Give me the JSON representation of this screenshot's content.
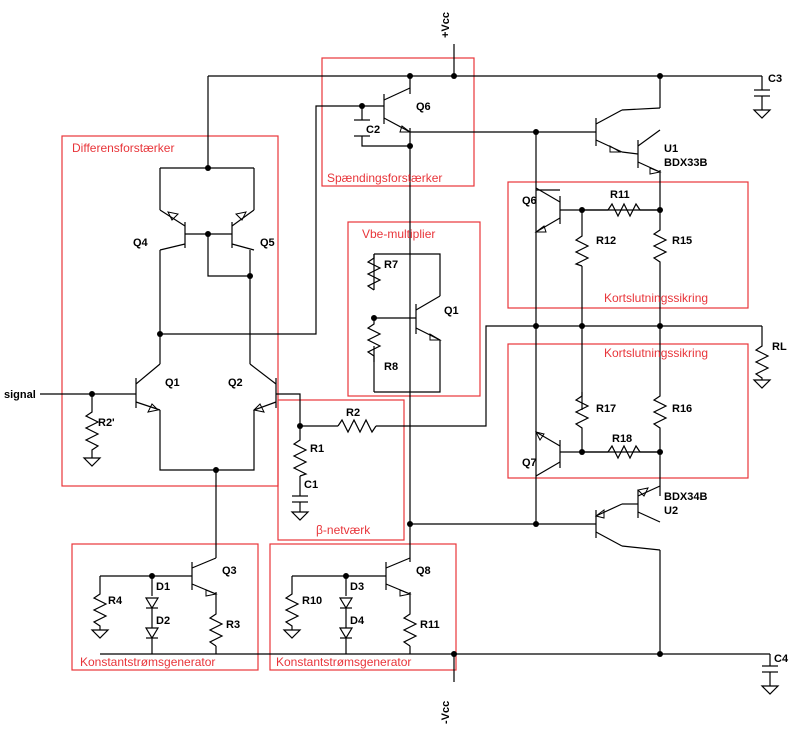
{
  "supply": {
    "pos": "+Vcc",
    "neg": "-Vcc"
  },
  "input": {
    "signal": "signal"
  },
  "groups": {
    "diff": "Differensforstærker",
    "vamp": "Spændingsforstærker",
    "vbe": "Vbe-multiplier",
    "short1": "Kortslutningssikring",
    "short2": "Kortslutningssikring",
    "beta": "β-netværk",
    "cs1": "Konstantstrømsgenerator",
    "cs2": "Konstantstrømsgenerator"
  },
  "components": {
    "Q1a": "Q1",
    "Q2": "Q2",
    "Q3": "Q3",
    "Q4": "Q4",
    "Q5": "Q5",
    "Q6a": "Q6",
    "Q6b": "Q6",
    "Q7": "Q7",
    "Q8": "Q8",
    "Q1b": "Q1",
    "U1": "U1",
    "U1p": "BDX33B",
    "U2": "U2",
    "U2p": "BDX34B",
    "R1": "R1",
    "R2": "R2",
    "R2p": "R2'",
    "R3": "R3",
    "R4": "R4",
    "R7": "R7",
    "R8": "R8",
    "R10": "R10",
    "R11a": "R11",
    "R11b": "R11",
    "R12": "R12",
    "R15": "R15",
    "R16": "R16",
    "R17": "R17",
    "R18": "R18",
    "RL": "RL",
    "C1": "C1",
    "C2": "C2",
    "C3": "C3",
    "C4": "C4",
    "D1": "D1",
    "D2": "D2",
    "D3": "D3",
    "D4": "D4"
  }
}
